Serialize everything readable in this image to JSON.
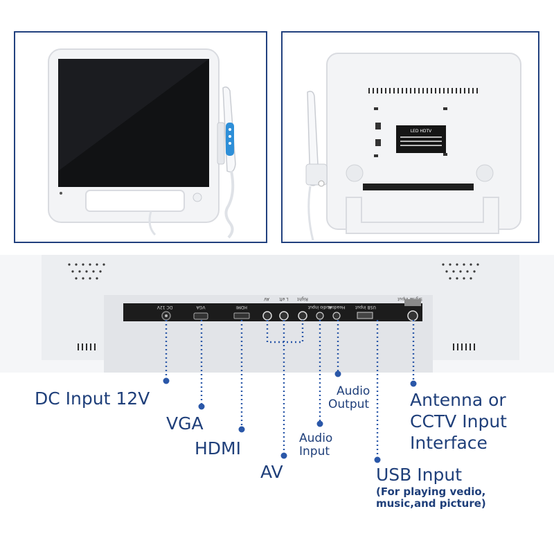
{
  "colors": {
    "frame": "#21407e",
    "label": "#1f3f7a",
    "dotted_line": "#2a57a8",
    "device_white": "#f4f5f7",
    "port_strip": "#1c1c1c"
  },
  "front_panel": {
    "icon": "monitor-front-view-icon"
  },
  "back_panel": {
    "icon": "monitor-back-view-icon",
    "spec_label": {
      "title": "LED HDTV"
    }
  },
  "port_strip_labels": {
    "dc": "DC 12V",
    "vga": "VGA",
    "hdmi": "HDMI",
    "av": "AV",
    "left": "L eft",
    "right": "Right",
    "audio_input": "Audio input",
    "headset": "Headset",
    "usb": "USB input",
    "signal": "Signal input"
  },
  "callouts": {
    "dc_input": "DC Input 12V",
    "vga": "VGA",
    "hdmi": "HDMI",
    "av": "AV",
    "audio_input_1": "Audio",
    "audio_input_2": "Input",
    "audio_output_1": "Audio",
    "audio_output_2": "Output",
    "usb_input": "USB Input",
    "usb_note_1": "(For playing vedio,",
    "usb_note_2": "music,and picture)",
    "antenna_1": "Antenna or",
    "antenna_2": "CCTV Input",
    "antenna_3": "Interface"
  }
}
